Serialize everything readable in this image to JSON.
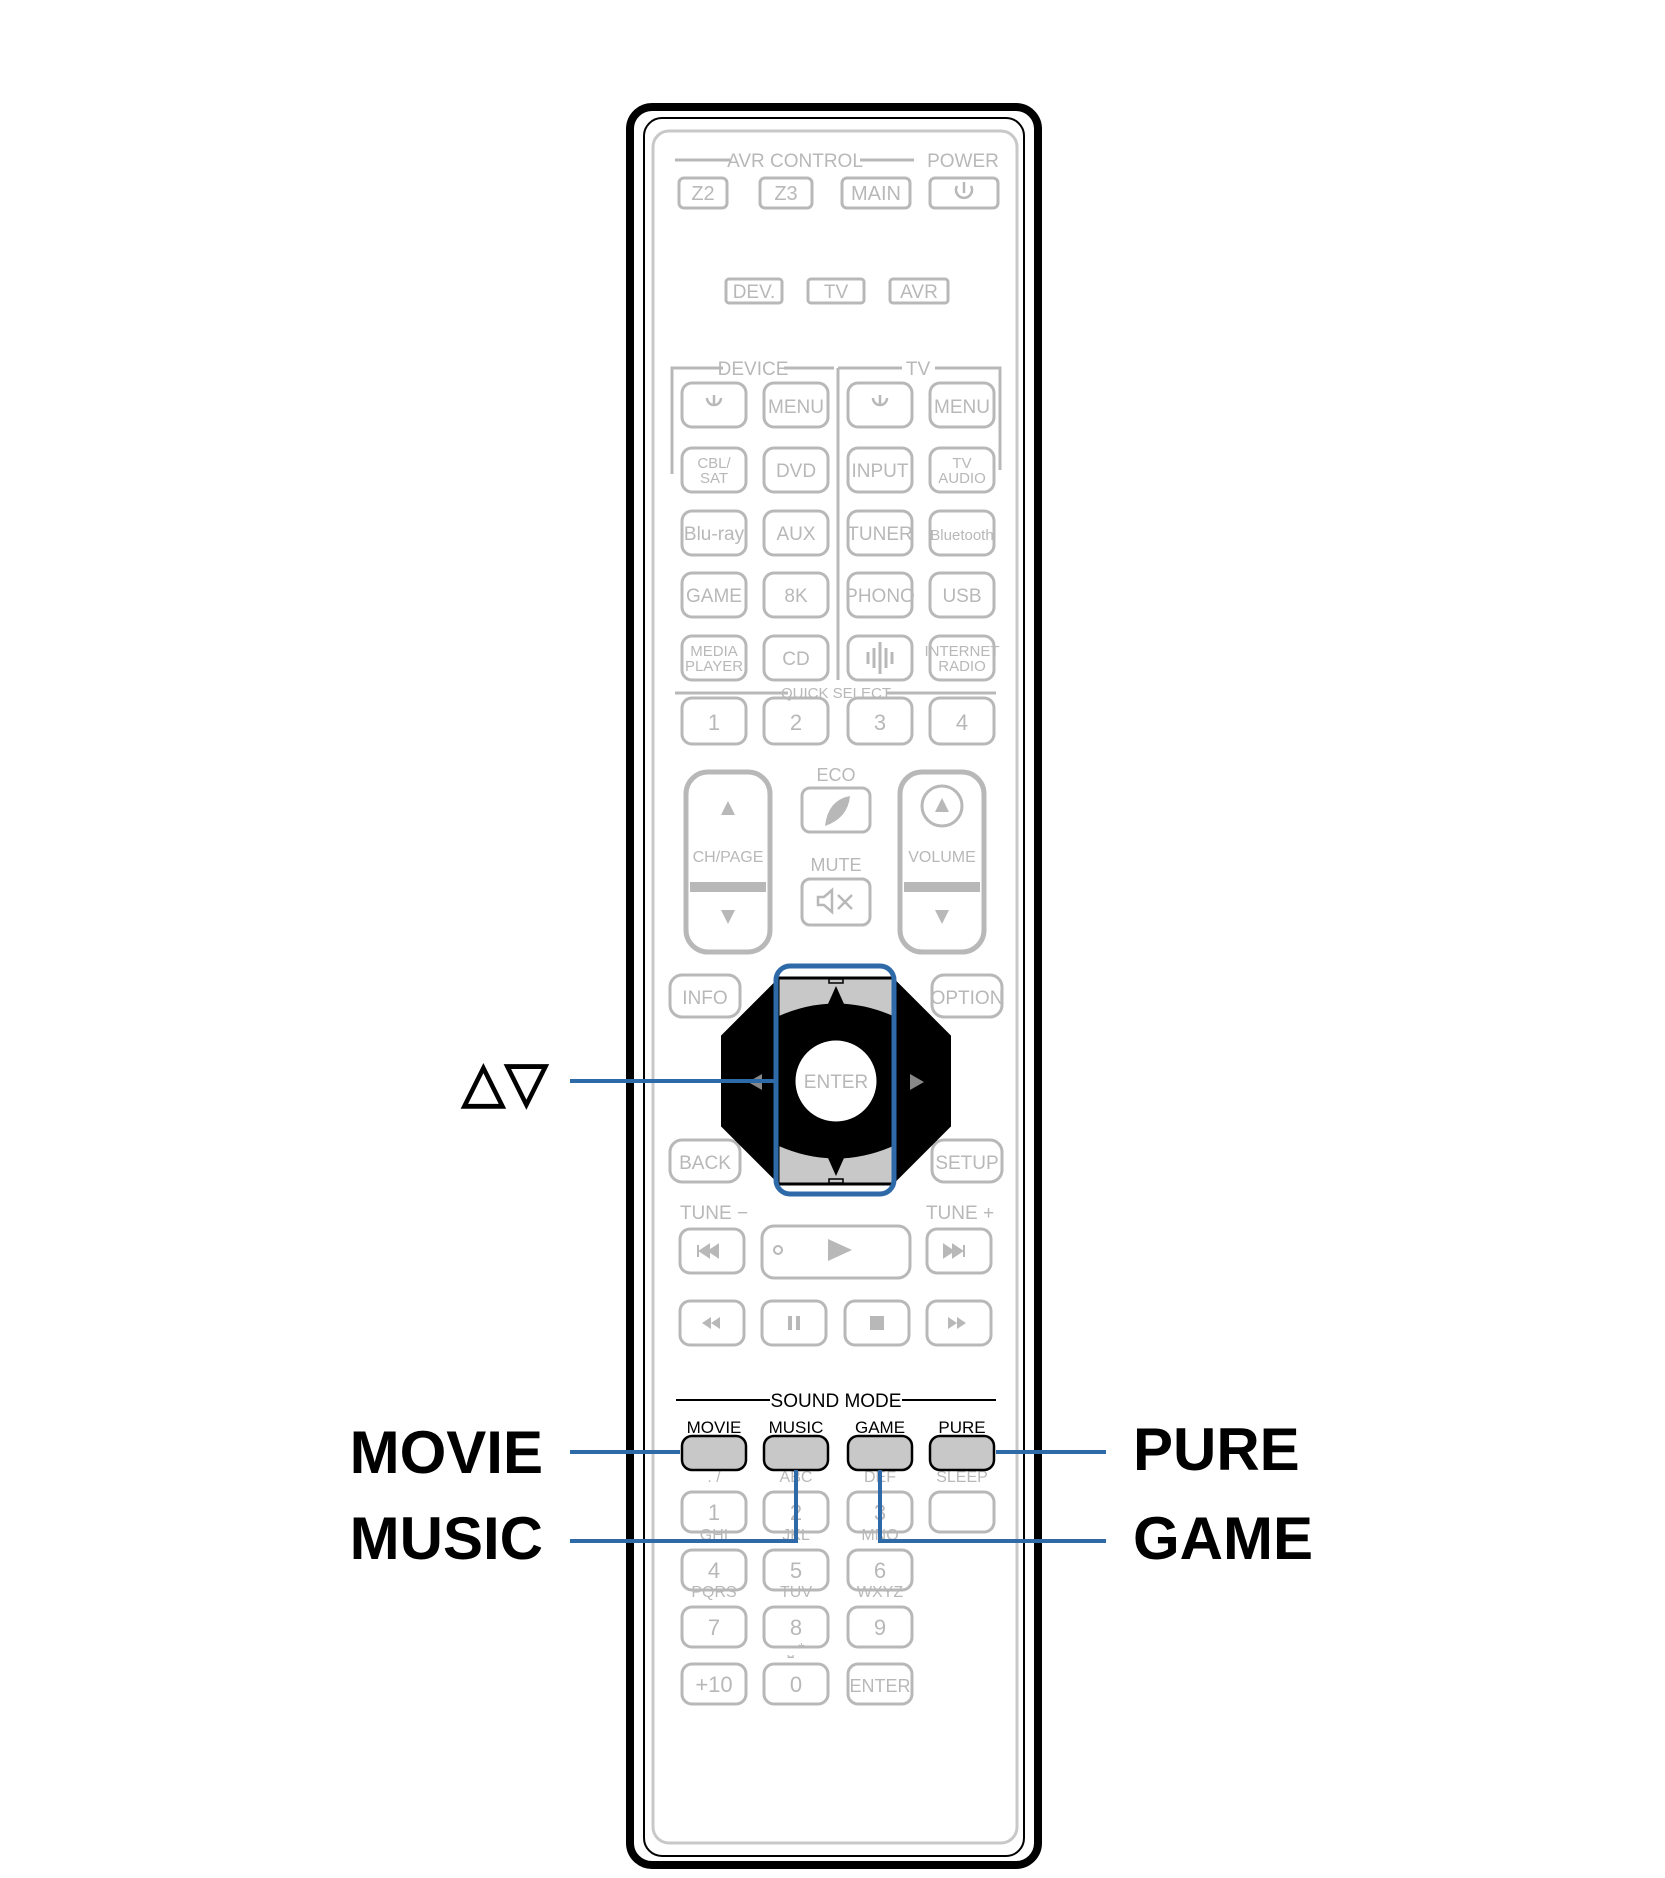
{
  "remote": {
    "avr_control_label": "AVR CONTROL",
    "power_label": "POWER",
    "zone_buttons": [
      "Z2",
      "Z3",
      "MAIN"
    ],
    "power_icon": "power-icon",
    "mode_buttons": [
      "DEV.",
      "TV",
      "AVR"
    ],
    "device_label": "DEVICE",
    "tv_label": "TV",
    "menu_label": "MENU",
    "source_grid": [
      [
        "CBL/\nSAT",
        "DVD",
        "INPUT",
        "TV\nAUDIO"
      ],
      [
        "Blu-ray",
        "AUX",
        "TUNER",
        "Bluetooth"
      ],
      [
        "GAME",
        "8K",
        "PHONO",
        "USB"
      ],
      [
        "MEDIA\nPLAYER",
        "CD",
        "heos-icon",
        "INTERNET\nRADIO"
      ]
    ],
    "quick_select_label": "QUICK SELECT",
    "quick_select_buttons": [
      "1",
      "2",
      "3",
      "4"
    ],
    "ch_page_label": "CH/PAGE",
    "eco_label": "ECO",
    "mute_label": "MUTE",
    "volume_label": "VOLUME",
    "info_label": "INFO",
    "option_label": "OPTION",
    "enter_label": "ENTER",
    "back_label": "BACK",
    "setup_label": "SETUP",
    "tune_minus_label": "TUNE −",
    "tune_plus_label": "TUNE +",
    "sound_mode_label": "SOUND MODE",
    "sound_mode_buttons": [
      "MOVIE",
      "MUSIC",
      "GAME",
      "PURE"
    ],
    "keypad_sublabels": [
      ". /",
      "ABC",
      "DEF",
      "SLEEP",
      "GHI",
      "JKL",
      "MNO",
      "",
      "PQRS",
      "TUV",
      "WXYZ",
      "",
      "",
      "⎵ *",
      "",
      ""
    ],
    "keypad_buttons": [
      "1",
      "2",
      "3",
      "",
      "4",
      "5",
      "6",
      "",
      "7",
      "8",
      "9",
      "",
      "+10",
      "0",
      "ENTER",
      ""
    ]
  },
  "callouts": {
    "cursor_up_down": "△▽",
    "movie": "MOVIE",
    "music": "MUSIC",
    "pure": "PURE",
    "game": "GAME"
  },
  "colors": {
    "highlight": "#2e6aa8",
    "faded": "#b8b8b8",
    "active_button": "#c8c8c8",
    "body_outline": "#000000"
  }
}
